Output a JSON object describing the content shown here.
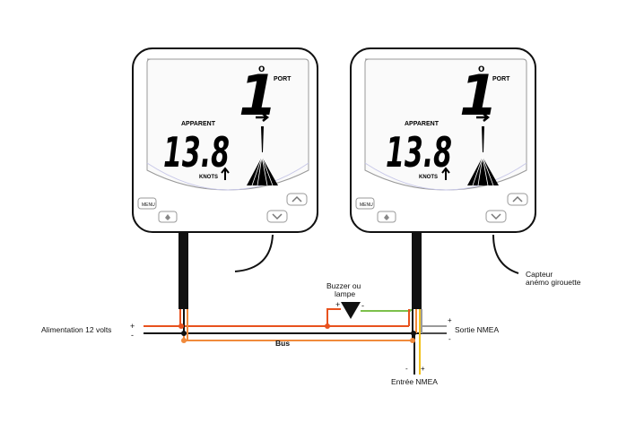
{
  "instruments": [
    {
      "apparent": "APPARENT",
      "speed": "13.8",
      "knots": "KNOTS",
      "angle": "1",
      "degree": "o",
      "port": "PORT",
      "menu_label": "MENU"
    },
    {
      "apparent": "APPARENT",
      "speed": "13.8",
      "knots": "KNOTS",
      "angle": "1",
      "degree": "o",
      "port": "PORT",
      "menu_label": "MENU"
    }
  ],
  "labels": {
    "power": "Alimentation 12 volts",
    "bus": "Bus",
    "buzzer_line1": "Buzzer ou",
    "buzzer_line2": "lampe",
    "nmea_out": "Sortie NMEA",
    "nmea_in": "Entrée NMEA",
    "sensor_line1": "Capteur",
    "sensor_line2": "anémo girouette",
    "plus": "+",
    "minus": "-"
  },
  "colors": {
    "wire_positive": "#e8521e",
    "wire_bus": "#f08a3c",
    "wire_negative": "#111111",
    "wire_nmea_pos": "#f2c21b",
    "wire_green": "#7cc04b",
    "wire_grey": "#9a9a9a"
  }
}
